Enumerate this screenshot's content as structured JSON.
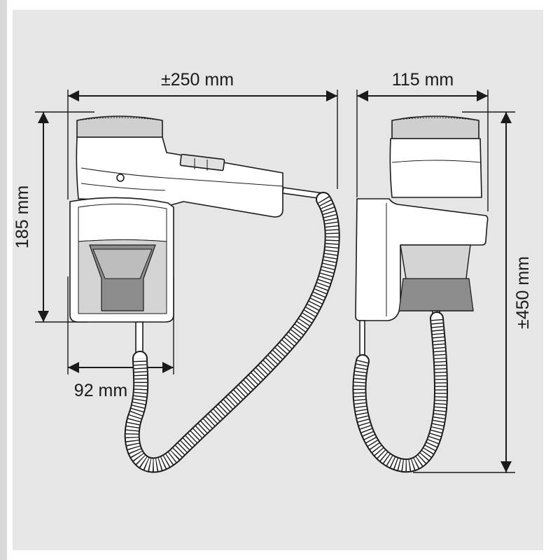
{
  "colors": {
    "page_bg": "#ffffff",
    "panel_bg": "#e6e6e6",
    "accent_bar": "#d9d9d9",
    "line": "#1a1a1a",
    "dryer_white": "#ffffff",
    "dryer_shade": "#d4d4d4",
    "dryer_dark": "#8c8c8c"
  },
  "dimensions": {
    "overall_width": "±250 mm",
    "side_depth": "115 mm",
    "height_dryer": "185 mm",
    "holder_width": "92 mm",
    "overall_height": "±450 mm"
  },
  "icons": [
    "hair-dryer-front-view",
    "hair-dryer-side-view",
    "coiled-cord"
  ]
}
